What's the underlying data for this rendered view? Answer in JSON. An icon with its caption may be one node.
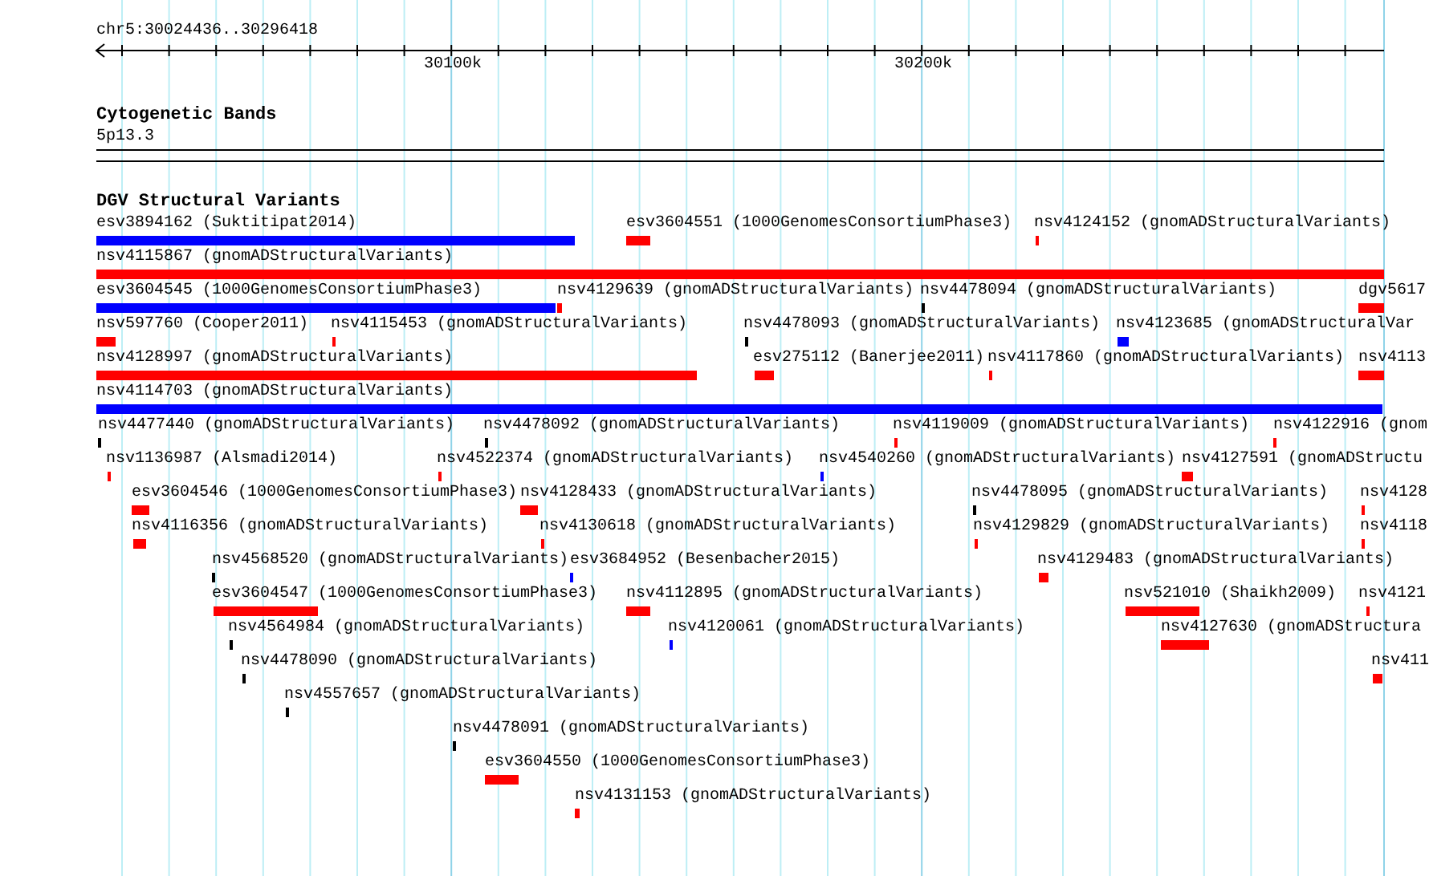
{
  "diagram": {
    "labels": [
      "chr5:30024436..30296418",
      "30100k",
      "30200k",
      "Cytogenetic Bands",
      "5p13.3",
      "DGV Structural Variants",
      "esv3894162 (Suktitipat2014)",
      "esv3604551 (1000GenomesConsortiumPhase3)",
      "nsv4124152 (gnomADStructuralVariants)",
      "nsv4115867 (gnomADStructuralVariants)",
      "esv3604545 (1000GenomesConsortiumPhase3)",
      "nsv4129639 (gnomADStructuralVariants)",
      "nsv4478094 (gnomADStructuralVariants)",
      "dgv5617",
      "nsv597760 (Cooper2011)",
      "nsv4115453 (gnomADStructuralVariants)",
      "nsv4478093 (gnomADStructuralVariants)",
      "nsv4123685 (gnomADStructuralVar",
      "nsv4128997 (gnomADStructuralVariants)",
      "esv275112 (Banerjee2011)",
      "nsv4117860 (gnomADStructuralVariants)",
      "nsv4113",
      "nsv4114703 (gnomADStructuralVariants)",
      "nsv4477440 (gnomADStructuralVariants)",
      "nsv4478092 (gnomADStructuralVariants)",
      "nsv4119009 (gnomADStructuralVariants)",
      "nsv4122916 (gnom",
      "nsv1136987 (Alsmadi2014)",
      "nsv4522374 (gnomADStructuralVariants)",
      "nsv4540260 (gnomADStructuralVariants)",
      "nsv4127591 (gnomADStructu",
      "esv3604546 (1000GenomesConsortiumPhase3)",
      "nsv4128433 (gnomADStructuralVariants)",
      "nsv4478095 (gnomADStructuralVariants)",
      "nsv4128",
      "nsv4116356 (gnomADStructuralVariants)",
      "nsv4130618 (gnomADStructuralVariants)",
      "nsv4129829 (gnomADStructuralVariants)",
      "nsv4118",
      "nsv4568520 (gnomADStructuralVariants)",
      "esv3684952 (Besenbacher2015)",
      "nsv4129483 (gnomADStructuralVariants)",
      "esv3604547 (1000GenomesConsortiumPhase3)",
      "nsv4112895 (gnomADStructuralVariants)",
      "nsv521010 (Shaikh2009)",
      "nsv4121",
      "nsv4564984 (gnomADStructuralVariants)",
      "nsv4120061 (gnomADStructuralVariants)",
      "nsv4127630 (gnomADStructura",
      "nsv4478090 (gnomADStructuralVariants)",
      "nsv411",
      "nsv4557657 (gnomADStructuralVariants)",
      "nsv4478091 (gnomADStructuralVariants)",
      "esv3604550 (1000GenomesConsortiumPhase3)",
      "nsv4131153 (gnomADStructuralVariants)"
    ]
  }
}
